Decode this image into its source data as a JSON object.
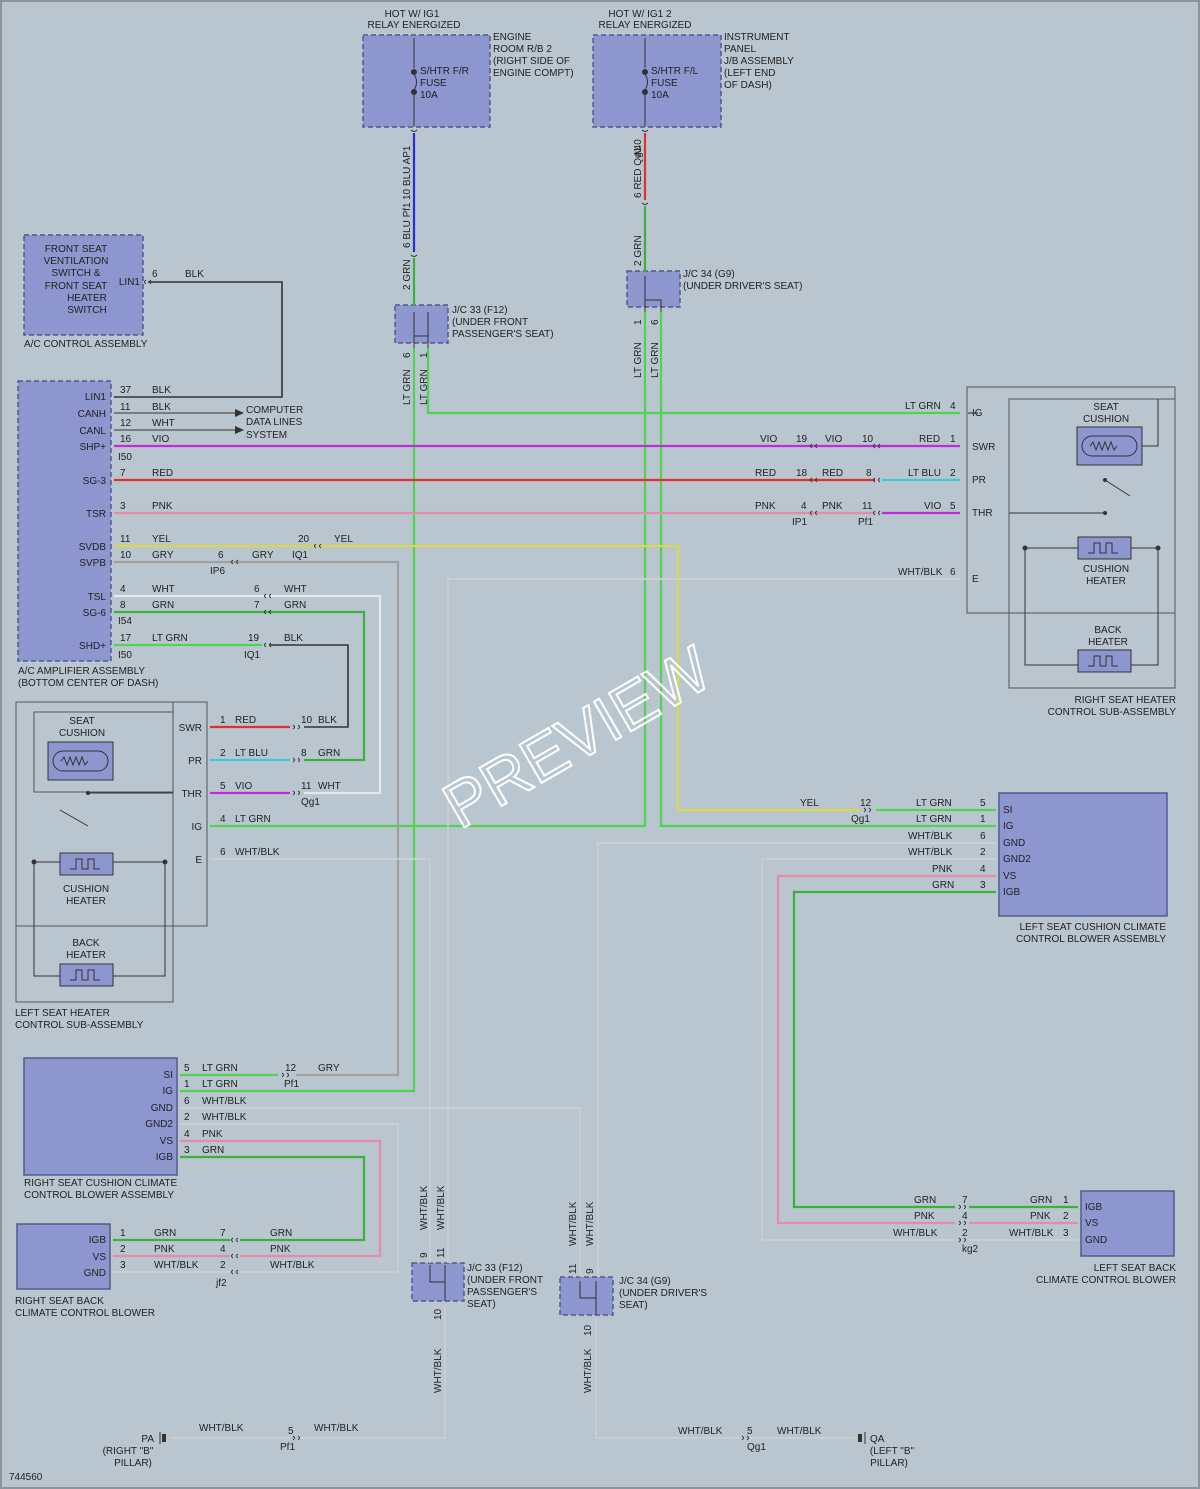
{
  "colors": {
    "BLK": "#333333",
    "BLU": "#2c2cd8",
    "RED": "#e03030",
    "GRN": "#38b238",
    "LT GRN": "#4fd44f",
    "VIO": "#c02cd8",
    "PNK": "#e88aa8",
    "YEL": "#d8d84a",
    "GRY": "#a0a0a0",
    "WHT": "#e8e8e8",
    "WHT/BLK": "#d0d0d0",
    "LT BLU": "#3ec8e0",
    "box": "#8d96cf",
    "background": "#b9c6cf"
  },
  "watermark": "PREVIEW",
  "diagram_id": "744560",
  "power": {
    "left": {
      "header1": "HOT W/ IG1",
      "header2": "RELAY ENERGIZED",
      "fuse1": "S/HTR F/R",
      "fuse2": "FUSE",
      "fuse3": "10A",
      "loc1": "ENGINE",
      "loc2": "ROOM R/B 2",
      "loc3": "(RIGHT SIDE OF",
      "loc4": "ENGINE COMPT)"
    },
    "right": {
      "header1": "HOT W/ IG1 2",
      "header2": "RELAY ENERGIZED",
      "fuse1": "S/HTR F/L",
      "fuse2": "FUSE",
      "fuse3": "10A",
      "loc1": "INSTRUMENT",
      "loc2": "PANEL",
      "loc3": "J/B ASSEMBLY",
      "loc4": "(LEFT END",
      "loc5": "OF DASH)"
    }
  },
  "vent_switch": {
    "line1": "FRONT SEAT",
    "line2": "VENTILATION",
    "line3": "SWITCH &",
    "line4": "FRONT SEAT",
    "line5": "HEATER",
    "line6": "SWITCH",
    "pin": "LIN1",
    "assembly": "A/C CONTROL ASSEMBLY"
  },
  "amplifier": {
    "pins": [
      "LIN1",
      "CANH",
      "CANL",
      "SHP+",
      "SG-3",
      "TSR",
      "SVDB",
      "SVPB",
      "TSL",
      "SG-6",
      "SHD+"
    ],
    "connectors": [
      "I50",
      "I54",
      "I50"
    ],
    "name1": "A/C AMPLIFIER ASSEMBLY",
    "name2": "(BOTTOM CENTER OF DASH)",
    "computer1": "COMPUTER",
    "computer2": "DATA LINES",
    "computer3": "SYSTEM"
  },
  "jc33_top": {
    "name": "J/C 33 (F12)",
    "loc1": "(UNDER FRONT",
    "loc2": "PASSENGER'S SEAT)"
  },
  "jc34_top": {
    "name": "J/C 34 (G9)",
    "loc1": "(UNDER DRIVER'S SEAT)"
  },
  "jc33_bottom": {
    "name": "J/C 33 (F12)",
    "loc1": "(UNDER FRONT",
    "loc2": "PASSENGER'S",
    "loc3": "SEAT)"
  },
  "jc34_bottom": {
    "name": "J/C 34 (G9)",
    "loc1": "(UNDER DRIVER'S",
    "loc2": "SEAT)"
  },
  "right_heater": {
    "pins": [
      "IG",
      "SWR",
      "PR",
      "THR",
      "E"
    ],
    "seat_cushion1": "SEAT",
    "seat_cushion2": "CUSHION",
    "cushion_heater1": "CUSHION",
    "cushion_heater2": "HEATER",
    "back_heater1": "BACK",
    "back_heater2": "HEATER",
    "name1": "RIGHT SEAT HEATER",
    "name2": "CONTROL SUB-ASSEMBLY"
  },
  "left_heater": {
    "pins": [
      "SWR",
      "PR",
      "THR",
      "IG",
      "E"
    ],
    "seat_cushion1": "SEAT",
    "seat_cushion2": "CUSHION",
    "cushion_heater1": "CUSHION",
    "cushion_heater2": "HEATER",
    "back_heater1": "BACK",
    "back_heater2": "HEATER",
    "name1": "LEFT SEAT HEATER",
    "name2": "CONTROL SUB-ASSEMBLY"
  },
  "left_cushion_blower": {
    "pins": [
      "SI",
      "IG",
      "GND",
      "GND2",
      "VS",
      "IGB"
    ],
    "name1": "LEFT SEAT CUSHION CLIMATE",
    "name2": "CONTROL BLOWER ASSEMBLY"
  },
  "right_cushion_blower": {
    "pins": [
      "SI",
      "IG",
      "GND",
      "GND2",
      "VS",
      "IGB"
    ],
    "name1": "RIGHT SEAT CUSHION CLIMATE",
    "name2": "CONTROL BLOWER ASSEMBLY"
  },
  "right_back_blower": {
    "pins": [
      "IGB",
      "VS",
      "GND"
    ],
    "name1": "RIGHT SEAT BACK",
    "name2": "CLIMATE CONTROL BLOWER"
  },
  "left_back_blower": {
    "pins": [
      "IGB",
      "VS",
      "GND"
    ],
    "name1": "LEFT SEAT BACK",
    "name2": "CLIMATE CONTROL BLOWER"
  },
  "grounds": {
    "pa": {
      "name": "PA",
      "loc1": "(RIGHT \"B\"",
      "loc2": "PILLAR)"
    },
    "qa": {
      "name": "QA",
      "loc1": "(LEFT \"B\"",
      "loc2": "PILLAR)"
    }
  }
}
